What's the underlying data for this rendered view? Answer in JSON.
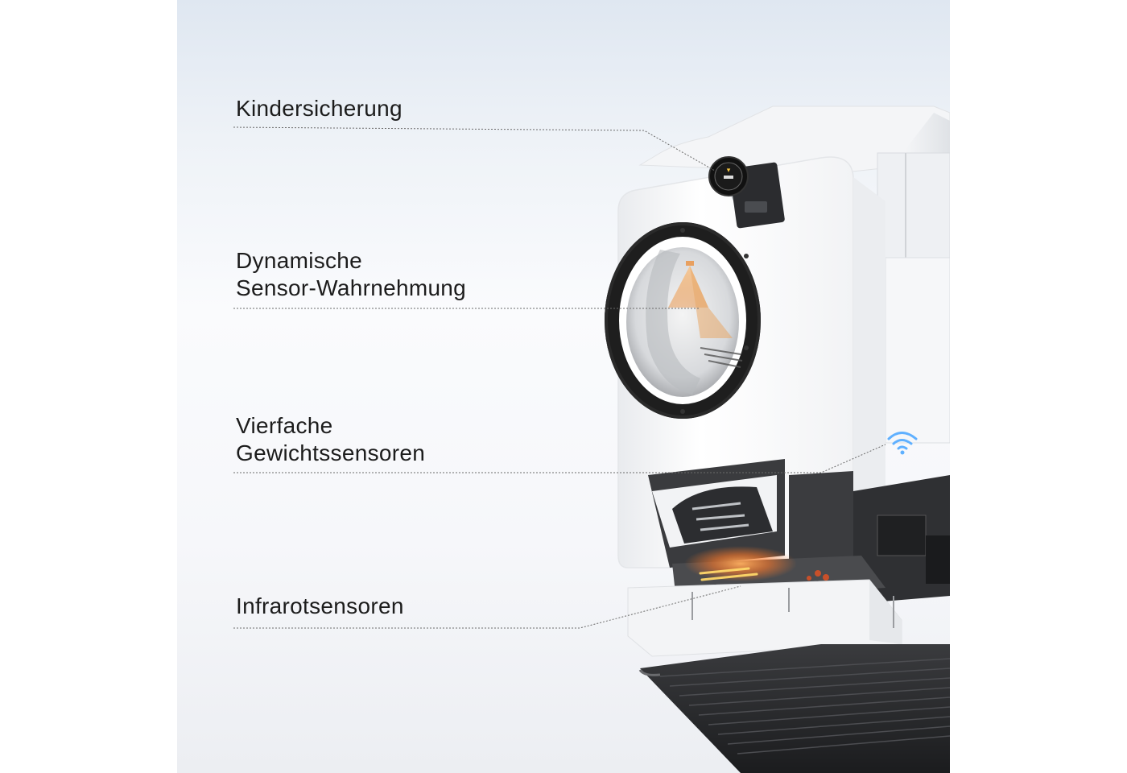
{
  "features": [
    {
      "lines": [
        "Kindersicherung"
      ],
      "icon": "child-lock-icon"
    },
    {
      "lines": [
        "Dynamische",
        "Sensor-Wahrnehmung"
      ],
      "icon": "sensor-cone-icon"
    },
    {
      "lines": [
        "Vierfache",
        "Gewichtssensoren"
      ],
      "icon": "wifi-icon"
    },
    {
      "lines": [
        "Infrarotsensoren"
      ],
      "icon": "infrared-sensor-icon"
    }
  ],
  "colors": {
    "label_text": "#1c1c1c",
    "leader_line": "#6b6b6b",
    "infrared_glow": "#ff7a2a",
    "sensor_cone": "#f0b070",
    "device_body": "#ffffff",
    "drum_ring": "#1e1e1e"
  }
}
